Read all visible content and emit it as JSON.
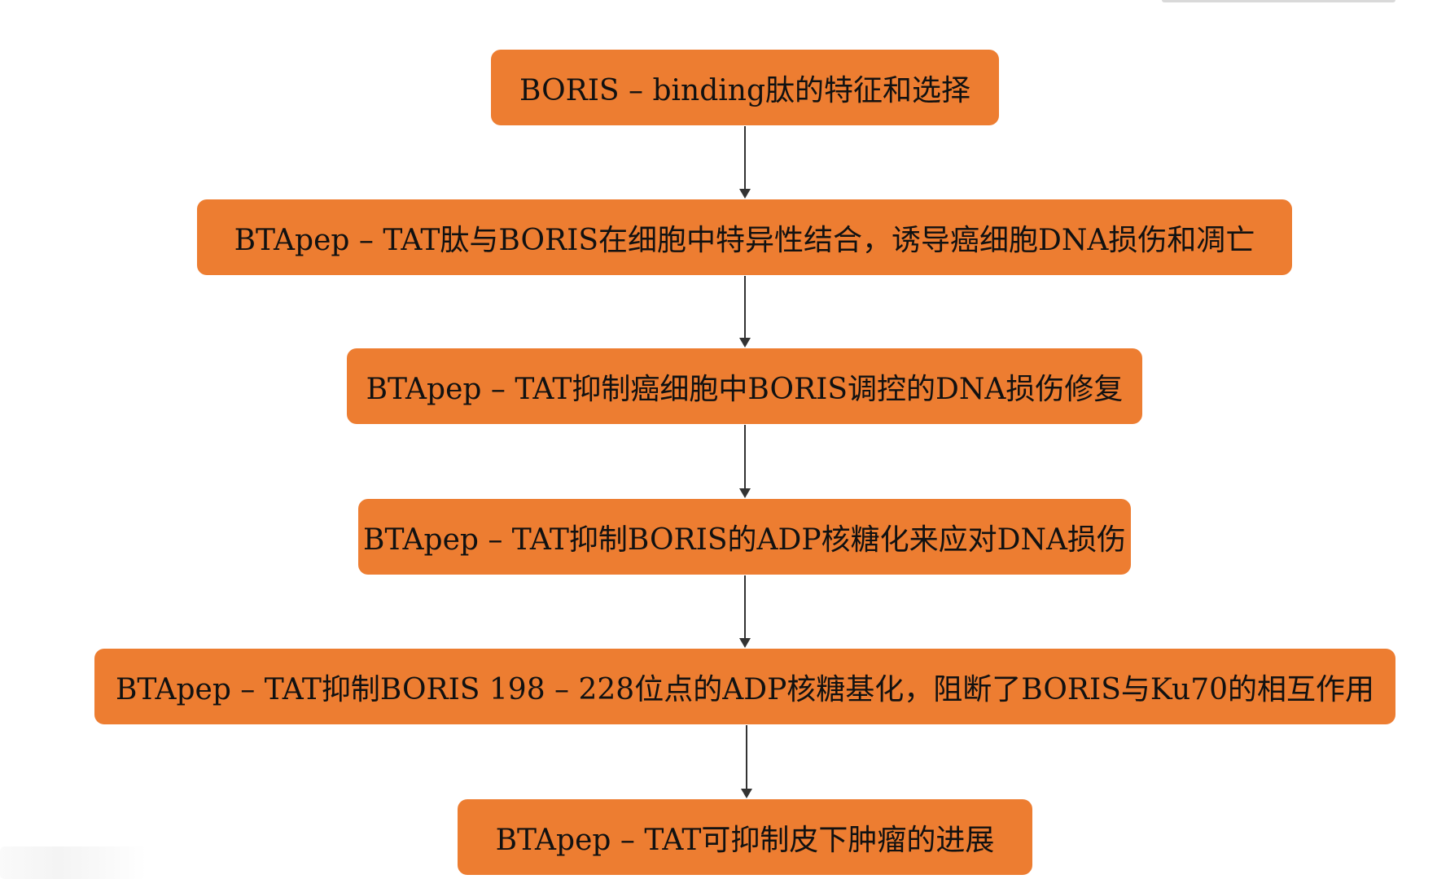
{
  "flowchart": {
    "fill_color": "#ed7d31",
    "steps": [
      {
        "text": "BORIS – binding肽的特征和选择"
      },
      {
        "text": "BTApep – TAT肽与BORIS在细胞中特异性结合，诱导癌细胞DNA损伤和凋亡"
      },
      {
        "text": "BTApep – TAT抑制癌细胞中BORIS调控的DNA损伤修复"
      },
      {
        "text": "BTApep – TAT抑制BORIS的ADP核糖化来应对DNA损伤"
      },
      {
        "text": "BTApep – TAT抑制BORIS 198 – 228位点的ADP核糖基化，阻断了BORIS与Ku70的相互作用"
      },
      {
        "text": "BTApep – TAT可抑制皮下肿瘤的进展"
      }
    ]
  }
}
